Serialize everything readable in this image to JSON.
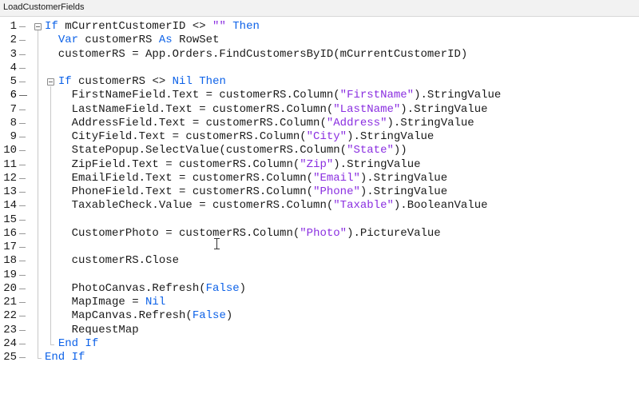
{
  "window": {
    "method_name": "LoadCustomerFields"
  },
  "editor": {
    "current_line": 6,
    "lines": [
      [
        {
          "t": "If",
          "k": "kw"
        },
        {
          "t": " mCurrentCustomerID <> "
        },
        {
          "t": "\"\"",
          "k": "str"
        },
        {
          "t": " "
        },
        {
          "t": "Then",
          "k": "kw"
        }
      ],
      [
        {
          "t": "  "
        },
        {
          "t": "Var",
          "k": "kw"
        },
        {
          "t": " customerRS "
        },
        {
          "t": "As",
          "k": "kw"
        },
        {
          "t": " RowSet"
        }
      ],
      [
        {
          "t": "  customerRS = App.Orders.FindCustomersByID(mCurrentCustomerID)"
        }
      ],
      [],
      [
        {
          "t": "  "
        },
        {
          "t": "If",
          "k": "kw"
        },
        {
          "t": " customerRS <> "
        },
        {
          "t": "Nil",
          "k": "kw"
        },
        {
          "t": " "
        },
        {
          "t": "Then",
          "k": "kw"
        }
      ],
      [
        {
          "t": "    FirstNameField.Text = customerRS.Column("
        },
        {
          "t": "\"FirstName\"",
          "k": "str"
        },
        {
          "t": ").StringValue"
        }
      ],
      [
        {
          "t": "    LastNameField.Text = customerRS.Column("
        },
        {
          "t": "\"LastName\"",
          "k": "str"
        },
        {
          "t": ").StringValue"
        }
      ],
      [
        {
          "t": "    AddressField.Text = customerRS.Column("
        },
        {
          "t": "\"Address\"",
          "k": "str"
        },
        {
          "t": ").StringValue"
        }
      ],
      [
        {
          "t": "    CityField.Text = customerRS.Column("
        },
        {
          "t": "\"City\"",
          "k": "str"
        },
        {
          "t": ").StringValue"
        }
      ],
      [
        {
          "t": "    StatePopup.SelectValue(customerRS.Column("
        },
        {
          "t": "\"State\"",
          "k": "str"
        },
        {
          "t": "))"
        }
      ],
      [
        {
          "t": "    ZipField.Text = customerRS.Column("
        },
        {
          "t": "\"Zip\"",
          "k": "str"
        },
        {
          "t": ").StringValue"
        }
      ],
      [
        {
          "t": "    EmailField.Text = customerRS.Column("
        },
        {
          "t": "\"Email\"",
          "k": "str"
        },
        {
          "t": ").StringValue"
        }
      ],
      [
        {
          "t": "    PhoneField.Text = customerRS.Column("
        },
        {
          "t": "\"Phone\"",
          "k": "str"
        },
        {
          "t": ").StringValue"
        }
      ],
      [
        {
          "t": "    TaxableCheck.Value = customerRS.Column("
        },
        {
          "t": "\"Taxable\"",
          "k": "str"
        },
        {
          "t": ").BooleanValue"
        }
      ],
      [],
      [
        {
          "t": "    CustomerPhoto = customerRS.Column("
        },
        {
          "t": "\"Photo\"",
          "k": "str"
        },
        {
          "t": ").PictureValue"
        }
      ],
      [],
      [
        {
          "t": "    customerRS.Close"
        }
      ],
      [],
      [
        {
          "t": "    PhotoCanvas.Refresh("
        },
        {
          "t": "False",
          "k": "kw"
        },
        {
          "t": ")"
        }
      ],
      [
        {
          "t": "    MapImage = "
        },
        {
          "t": "Nil",
          "k": "kw"
        }
      ],
      [
        {
          "t": "    MapCanvas.Refresh("
        },
        {
          "t": "False",
          "k": "kw"
        },
        {
          "t": ")"
        }
      ],
      [
        {
          "t": "    RequestMap"
        }
      ],
      [
        {
          "t": "  "
        },
        {
          "t": "End If",
          "k": "kw"
        }
      ],
      [
        {
          "t": "End If",
          "k": "kw"
        }
      ]
    ]
  }
}
